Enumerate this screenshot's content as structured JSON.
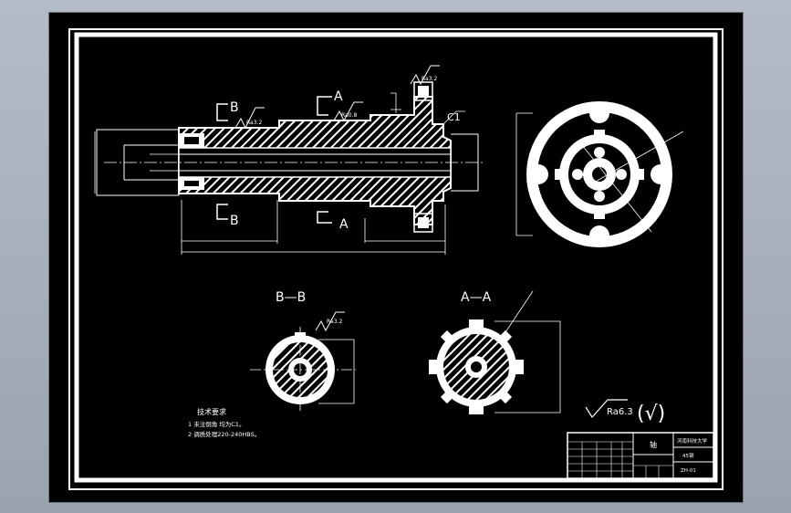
{
  "views": {
    "section_bb": {
      "title": "B—B",
      "roughness": "Ra3.2"
    },
    "section_aa": {
      "title": "A—A"
    }
  },
  "labels": {
    "section_b_top": "B",
    "section_b_bottom": "B",
    "section_a_top": "A",
    "section_a_bottom": "A",
    "chamfer": "C1",
    "ra_left": "Ra3.2",
    "ra_mid": "Ra0.8",
    "ra_right": "Ra3.2"
  },
  "tech_requirements": {
    "heading": "技术要求",
    "line1": "1 未注倒角 均为C1。",
    "line2": "2 调质处理220-240HBS。"
  },
  "surface_finish": {
    "value": "Ra6.3",
    "mark": "(√)"
  },
  "title_block": {
    "drawing_name": "轴",
    "school": "河南科技大学",
    "material": "45钢",
    "drawing_no": "ZH-01"
  }
}
